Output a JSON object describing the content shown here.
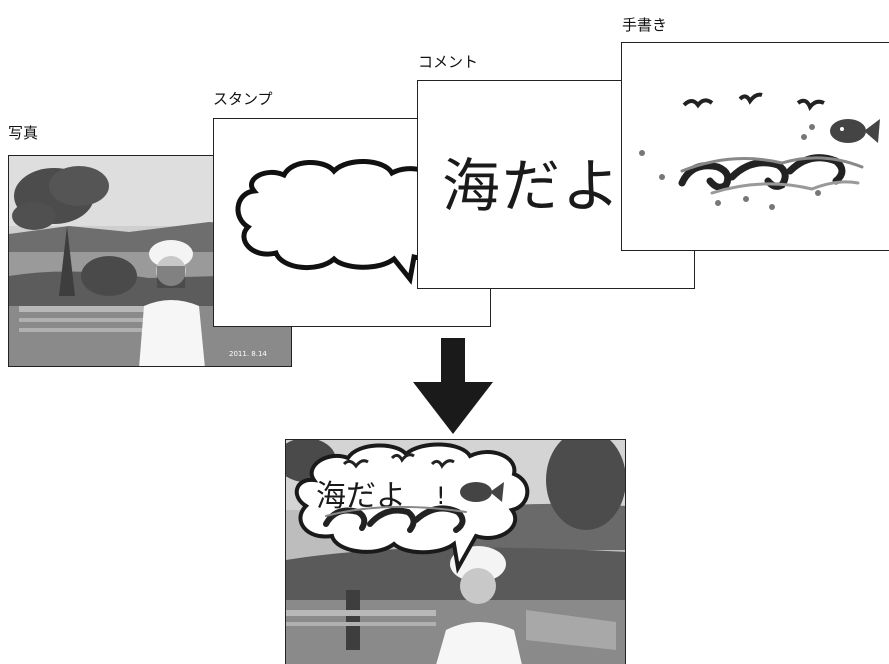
{
  "labels": {
    "photo": "写真",
    "stamp": "スタンプ",
    "comment": "コメント",
    "handwriting": "手書き"
  },
  "comment_card": {
    "text": "海だよ"
  },
  "result": {
    "bubble_text": "海だよ",
    "bubble_exclaim": "!",
    "photo_date": "2011. 8.14"
  },
  "colors": {
    "outline": "#222222",
    "arrow": "#1a1a1a",
    "sky": "#d9d9d9",
    "tree": "#4a4a4a",
    "ground": "#8c8c8c"
  },
  "icons": {
    "arrow": "down-arrow-icon",
    "speech_bubble": "speech-bubble-icon",
    "fish": "fish-icon",
    "bird": "bird-icon",
    "wave": "wave-icon"
  }
}
